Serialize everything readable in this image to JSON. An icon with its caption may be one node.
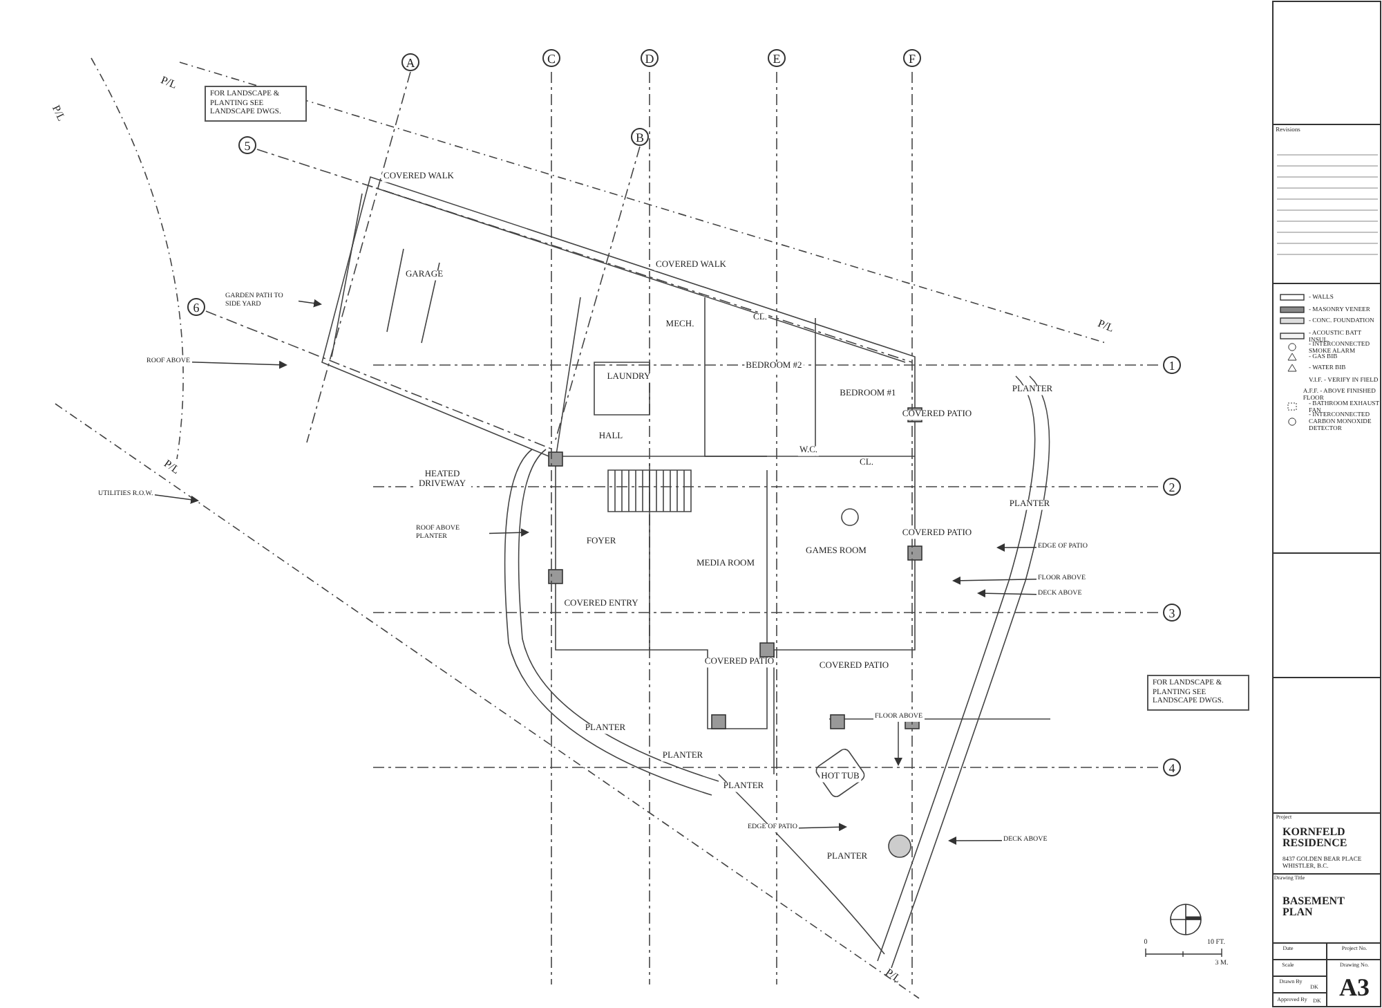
{
  "diagram": {
    "title": "BASEMENT PLAN",
    "nodes": [
      {
        "text": [
          "A"
        ]
      },
      {
        "text": [
          "B"
        ]
      },
      {
        "text": [
          "C"
        ]
      },
      {
        "text": [
          "D"
        ]
      },
      {
        "text": [
          "E"
        ]
      },
      {
        "text": [
          "F"
        ]
      },
      {
        "text": [
          "1"
        ]
      },
      {
        "text": [
          "2"
        ]
      },
      {
        "text": [
          "3"
        ]
      },
      {
        "text": [
          "4"
        ]
      },
      {
        "text": [
          "5"
        ]
      },
      {
        "text": [
          "6"
        ]
      },
      {
        "text": [
          "FOR LANDSCAPE & PLANTING SEE LANDSCAPE DWGS."
        ]
      },
      {
        "text": [
          "FOR LANDSCAPE & PLANTING SEE LANDSCAPE DWGS."
        ]
      },
      {
        "text": [
          "ROOF ABOVE"
        ]
      },
      {
        "text": [
          "GARDEN PATH TO SIDE YARD"
        ]
      },
      {
        "text": [
          "ROOF ABOVE PLANTER"
        ]
      },
      {
        "text": [
          "EDGE OF PATIO"
        ]
      },
      {
        "text": [
          "EDGE OF PATIO"
        ]
      },
      {
        "text": [
          "FLOOR ABOVE"
        ]
      },
      {
        "text": [
          "DECK ABOVE"
        ]
      },
      {
        "text": [
          "FLOOR ABOVE"
        ]
      },
      {
        "text": [
          "DECK ABOVE"
        ]
      },
      {
        "text": [
          "UTILITIES R.O.W."
        ]
      }
    ],
    "edges": [
      {
        "from": 14,
        "to": null,
        "arrow": "to"
      },
      {
        "from": 15,
        "to": null,
        "arrow": "to"
      },
      {
        "from": 16,
        "to": null,
        "arrow": "to"
      },
      {
        "from": 17,
        "to": null,
        "arrow": "to"
      },
      {
        "from": 18,
        "to": null,
        "arrow": "to"
      },
      {
        "from": 19,
        "to": null,
        "arrow": "to"
      },
      {
        "from": 20,
        "to": null,
        "arrow": "to"
      },
      {
        "from": 21,
        "to": null,
        "arrow": "to"
      },
      {
        "from": 22,
        "to": null,
        "arrow": "to"
      },
      {
        "from": 23,
        "to": null,
        "arrow": "to"
      }
    ],
    "labels": [
      "P/L",
      "P/L",
      "P/L",
      "P/L",
      "P/L",
      "COVERED WALK",
      "GARAGE",
      "COVERED WALK",
      "MECH.",
      "LAUNDRY",
      "CL.",
      "BEDROOM #2",
      "BEDROOM #1",
      "CL.",
      "HALL",
      "W.C.",
      "COVERED PATIO",
      "HEATED DRIVEWAY",
      "FOYER",
      "MEDIA ROOM",
      "GAMES ROOM",
      "COVERED PATIO",
      "COVERED ENTRY",
      "COVERED PATIO",
      "COVERED PATIO",
      "PLANTER",
      "PLANTER",
      "HOT TUB",
      "PLANTER",
      "PLANTER",
      "PLANTER",
      "PLANTER",
      "0",
      "10 FT.",
      "3 M.",
      "Revisions",
      "Project",
      "KORNFELD RESIDENCE",
      "8437 GOLDEN BEAR PLACE WHISTLER, B.C.",
      "Drawing Title",
      "Date",
      "Project No.",
      "Scale",
      "Drawing No.",
      "Drawn By",
      "DK",
      "Approved By",
      "DK",
      "A3"
    ],
    "legend": [
      {
        "text": "- WALLS"
      },
      {
        "text": "- MASONRY VENEER"
      },
      {
        "text": "- CONC. FOUNDATION"
      },
      {
        "text": "- ACOUSTIC BATT INSUL."
      },
      {
        "text": "- INTERCONNECTED SMOKE ALARM"
      },
      {
        "text": "- GAS BIB"
      },
      {
        "text": "- WATER BIB"
      },
      {
        "text": "V.I.F. - VERIFY IN FIELD"
      },
      {
        "text": "A.F.F. - ABOVE FINISHED FLOOR"
      },
      {
        "text": "- BATHROOM EXHAUST FAN"
      },
      {
        "text": "- INTERCONNECTED CARBON MONOXIDE DETECTOR"
      }
    ]
  }
}
